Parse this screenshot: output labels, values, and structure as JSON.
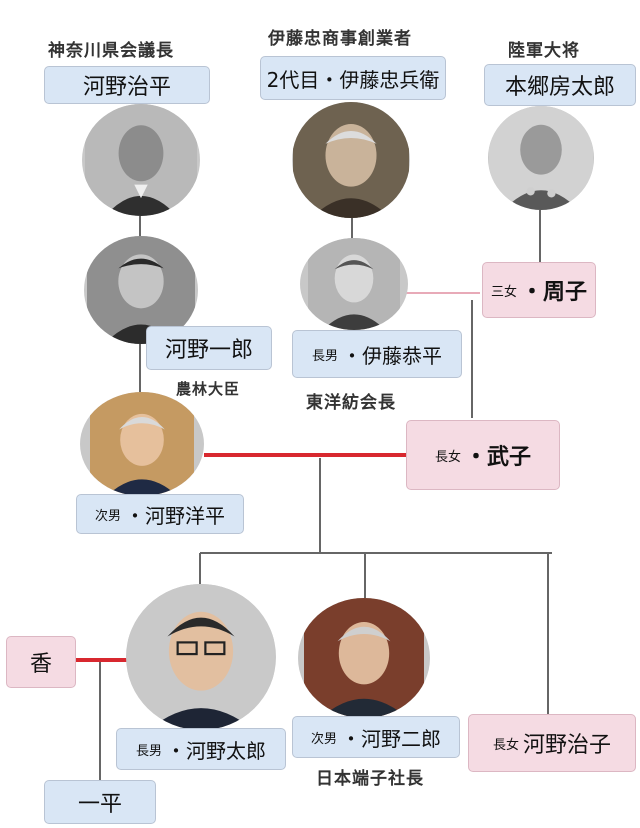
{
  "gen1": {
    "kono_ichi": {
      "caption": "神奈川県会議長",
      "name": "河野治平"
    },
    "itoh": {
      "caption": "伊藤忠商事創業者",
      "name": "2代目・伊藤忠兵衛"
    },
    "hongo": {
      "caption": "陸軍大将",
      "name": "本郷房太郎"
    }
  },
  "gen2": {
    "ichiro": {
      "name": "河野一郎",
      "caption": "農林大臣"
    },
    "kyohei": {
      "relation": "長男",
      "name": "・伊藤恭平",
      "caption": "東洋紡会長"
    },
    "shuko": {
      "relation": "三女",
      "name": "・周子"
    }
  },
  "gen3": {
    "yohei": {
      "relation": "次男",
      "name": "・河野洋平"
    },
    "takeko": {
      "relation": "長女",
      "name": "・武子"
    }
  },
  "gen4": {
    "kaori": {
      "name": "香"
    },
    "taro": {
      "relation": "長男",
      "name": "・河野太郎"
    },
    "jiro": {
      "relation": "次男",
      "name": "・河野二郎",
      "caption": "日本端子社長"
    },
    "haruko": {
      "relation": "長女",
      "name": "河野治子"
    }
  },
  "gen5": {
    "ippei": {
      "name": "一平"
    }
  },
  "colors": {
    "marriage_line": "#d8282f",
    "line_gray": "#666666",
    "blue_box": "#d9e6f5",
    "pink_box": "#f5dbe3"
  }
}
